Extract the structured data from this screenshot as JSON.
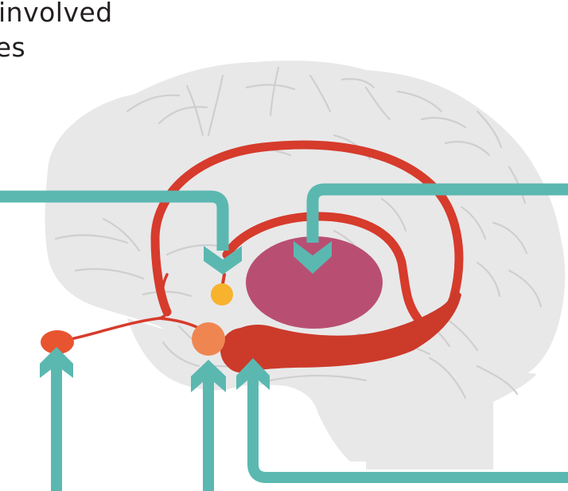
{
  "heading": {
    "line1": "involved",
    "line2": "ses"
  },
  "colors": {
    "brain": "#e8e8e9",
    "brain_outline": "#d3d3d4",
    "sulci": "#cfcfd0",
    "pathway_red": "#d63b2c",
    "pathway_red_dark": "#cc3a2a",
    "arrow_teal": "#5bb8b1",
    "node_yellow": "#f7b22e",
    "node_orange": "#ef8651",
    "node_red_orange": "#e8542f",
    "ellipse_magenta": "#b84f73",
    "text": "#231f20"
  },
  "diagram": {
    "arrows": [
      {
        "name": "input-arrow-left-top",
        "direction": "down"
      },
      {
        "name": "input-arrow-right-top",
        "direction": "down"
      },
      {
        "name": "input-arrow-bottom-left",
        "direction": "up"
      },
      {
        "name": "input-arrow-bottom-center",
        "direction": "up"
      },
      {
        "name": "input-arrow-bottom-right",
        "direction": "up"
      }
    ],
    "nodes": [
      {
        "name": "yellow-node"
      },
      {
        "name": "orange-node"
      },
      {
        "name": "red-orange-node"
      },
      {
        "name": "magenta-ellipse"
      },
      {
        "name": "red-bulb"
      }
    ]
  }
}
